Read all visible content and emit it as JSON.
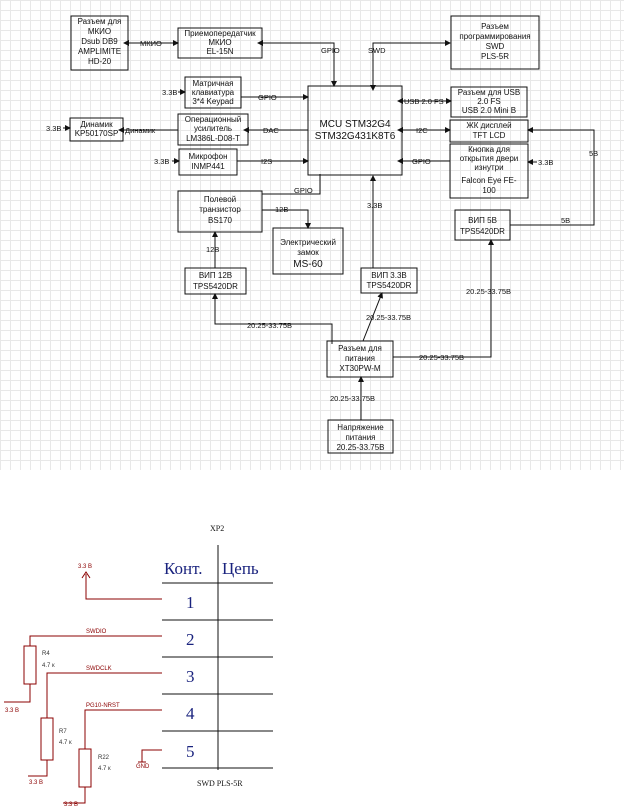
{
  "block_diagram": {
    "blocks": {
      "rs485_conn": [
        "Разъем для",
        "МКИО",
        "Dsub DB9",
        "AMPLIMITE",
        "HD-20"
      ],
      "transceiver": [
        "Приемопередатчик",
        "МКИО",
        "EL-15N"
      ],
      "swd_conn": [
        "Разъем",
        "программирования",
        "SWD",
        "PLS-5R"
      ],
      "keypad": [
        "Матричная",
        "клавиатура",
        "3*4 Keypad"
      ],
      "mcu": [
        "MCU STM32G4",
        "STM32G431K8T6"
      ],
      "usb_conn": [
        "Разъем для USB",
        "2.0 FS",
        "USB 2.0 Mini B"
      ],
      "speaker": [
        "Динамик",
        "KP50170SP"
      ],
      "amplifier": [
        "Операционный",
        "усилитель",
        "LM386L-D08-T"
      ],
      "lcd": [
        "ЖК дисплей",
        "TFT LCD"
      ],
      "mic": [
        "Микрофон",
        "INMP441"
      ],
      "door_button": [
        "Кнопка для",
        "открытия двери",
        "изнутри",
        "Falcon Eye FE-",
        "100"
      ],
      "fet": [
        "Полевой",
        "транзистор",
        "BS170"
      ],
      "lock": [
        "Электрический",
        "замок",
        "MS-60"
      ],
      "vip5": [
        "ВИП 5В",
        "TPS5420DR"
      ],
      "vip12": [
        "ВИП 12В",
        "TPS5420DR"
      ],
      "vip33": [
        "ВИП 3.3В",
        "TPS5420DR"
      ],
      "power_conn": [
        "Разъем для",
        "питания",
        "XT30PW-M"
      ],
      "voltage": [
        "Напряжение",
        "питания",
        "20.25-33.75В"
      ]
    },
    "labels": {
      "mkio1": "МКИО",
      "gpio_top": "GPIO",
      "swd": "SWD",
      "v33_keypad": "3.3В",
      "gpio_keypad": "GPIO",
      "usb_fs": "USB 2.0 FS",
      "v33_speaker": "3.3В",
      "dyn": "Динамик",
      "dac": "DAC",
      "i2c": "I2C",
      "v33_mic": "3.3В",
      "i2s": "I2S",
      "gpio_btn": "GPIO",
      "v33_btn": "3.3В",
      "v5_a": "5В",
      "gpio_fet": "GPIO",
      "v12_fet": "12В",
      "v33_mcu": "3.3В",
      "v5_b": "5В",
      "v12_vip": "12В",
      "in_range_a": "20.25-33.75В",
      "in_range_b": "20.25-33.75В",
      "in_range_c": "20.25-33.75В",
      "in_range_d": "20.25-33.75В",
      "in_range_e": "20.25-33.75В"
    }
  },
  "schematic": {
    "ref": "XP2",
    "col_contact": "Конт.",
    "col_net": "Цепь",
    "pins": [
      "1",
      "2",
      "3",
      "4",
      "5"
    ],
    "part": "SWD PLS-5R",
    "net_labels": {
      "v33_top": "3.3 В",
      "swdio": "SWDIO",
      "swdclk": "SWDCLK",
      "nrst": "PG10-NRST",
      "gnd": "GND",
      "v33_r4": "3.3 В",
      "v33_r7": "3.3 В",
      "v33_r22": "3.3 В"
    },
    "resistors": {
      "r4": [
        "R4",
        "4.7 к"
      ],
      "r7": [
        "R7",
        "4.7 к"
      ],
      "r22": [
        "R22",
        "4.7 к"
      ]
    }
  }
}
